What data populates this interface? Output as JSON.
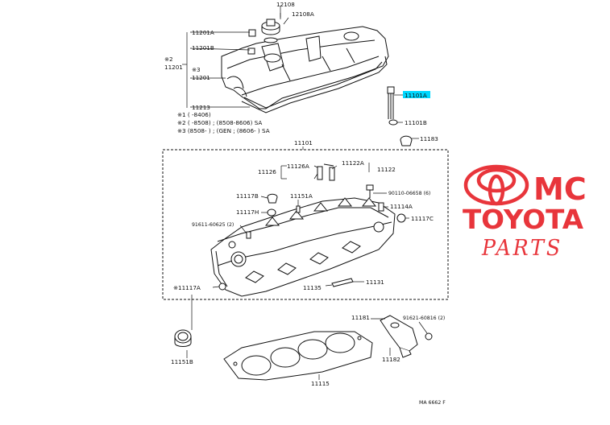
{
  "diagram": {
    "labels": {
      "p12108": "12108",
      "p12108A": "12108A",
      "p11201A": "11201A",
      "p11201B": "11201B",
      "p2_11201": "※2",
      "p11201_num": "11201",
      "p3": "※3",
      "p11201_b": "11201",
      "p11213": "11213",
      "p11101A": "11101A",
      "p11101B": "11101B",
      "p11183": "11183",
      "p11101": "11101",
      "p11126A": "11126A",
      "p11126": "11126",
      "p11122A": "11122A",
      "p11122": "11122",
      "p11117B": "11117B",
      "p11151A": "11151A",
      "p90110": "90110-06658 (6)",
      "p11114A": "11114A",
      "p11117H": "11117H",
      "p11117C": "11117C",
      "p91611": "91611-60625 (2)",
      "p11117A": "※11117A",
      "p11135": "11135",
      "p11131": "11131",
      "p11181": "11181",
      "p91621": "91621-60816 (2)",
      "p11151B": "11151B",
      "p11182": "11182",
      "p11115": "11115",
      "footer": "MA 6662  F"
    },
    "notes": {
      "n1": "※1  (        -8406)",
      "n2": "※2  (        -8508) ; (8508-8606) SA",
      "n3": "※3  (8508-        ) ;  (GEN ; (8606-        ) SA"
    },
    "highlight_color": "#00d8ff"
  },
  "watermark": {
    "brand_line1": "MC",
    "brand_line2": "TOYOTA",
    "brand_line3": "PARTS",
    "colors": {
      "logo": "#e8353b",
      "parts": "#e8353b"
    }
  }
}
